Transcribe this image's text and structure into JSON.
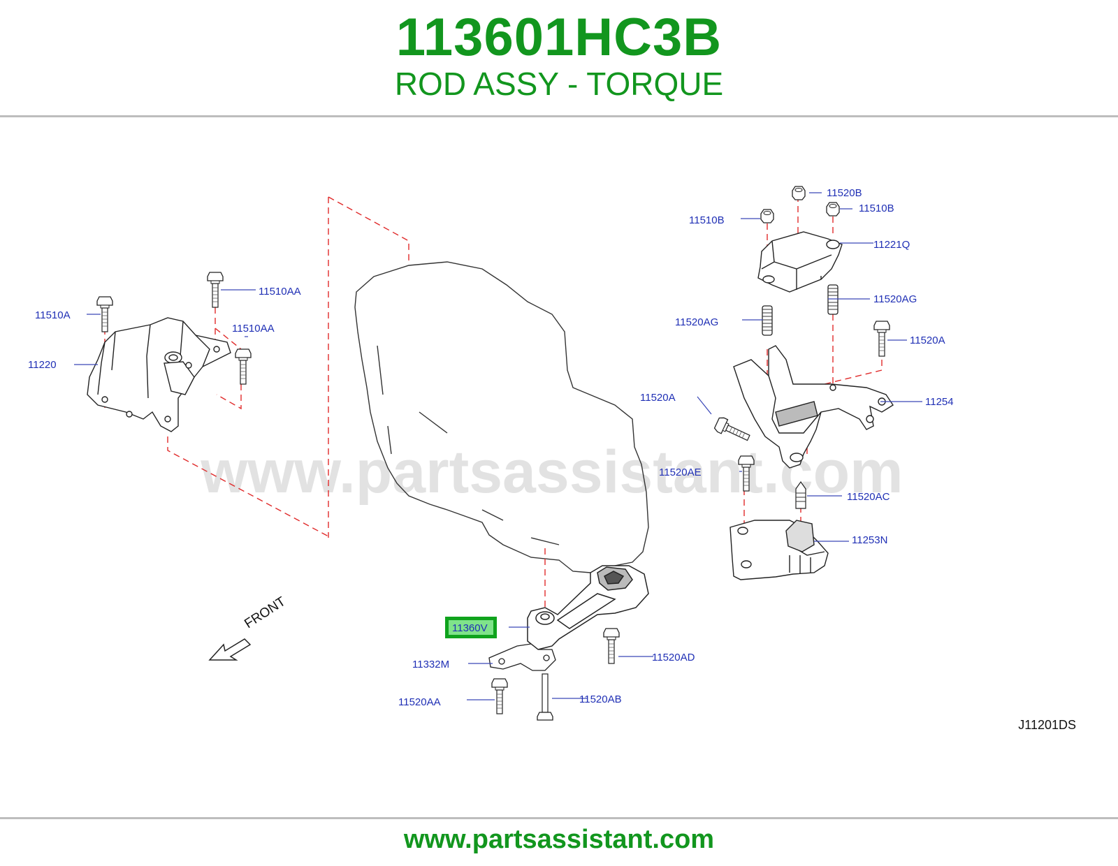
{
  "header": {
    "part_number": "113601HC3B",
    "part_name": "ROD ASSY - TORQUE"
  },
  "diagram": {
    "watermark": "www.partsassistant.com",
    "front_label": "FRONT",
    "reference_code": "J11201DS",
    "highlighted_part": "11360V",
    "callouts": [
      "11520B",
      "11510B",
      "11510B",
      "11221Q",
      "11520AG",
      "11520AG",
      "11520A",
      "11254",
      "11520A",
      "11520AE",
      "11520AC",
      "11253N",
      "11510AA",
      "11510A",
      "11510AA",
      "11220",
      "11360V",
      "11332M",
      "11520AD",
      "11520AA",
      "11520AB"
    ]
  },
  "footer": {
    "url": "www.partsassistant.com"
  },
  "colors": {
    "brand_green": "#12961e",
    "callout_blue": "#1f2fb5",
    "leader_red": "#e02a2a",
    "highlight_fill": "#7fe38a"
  }
}
